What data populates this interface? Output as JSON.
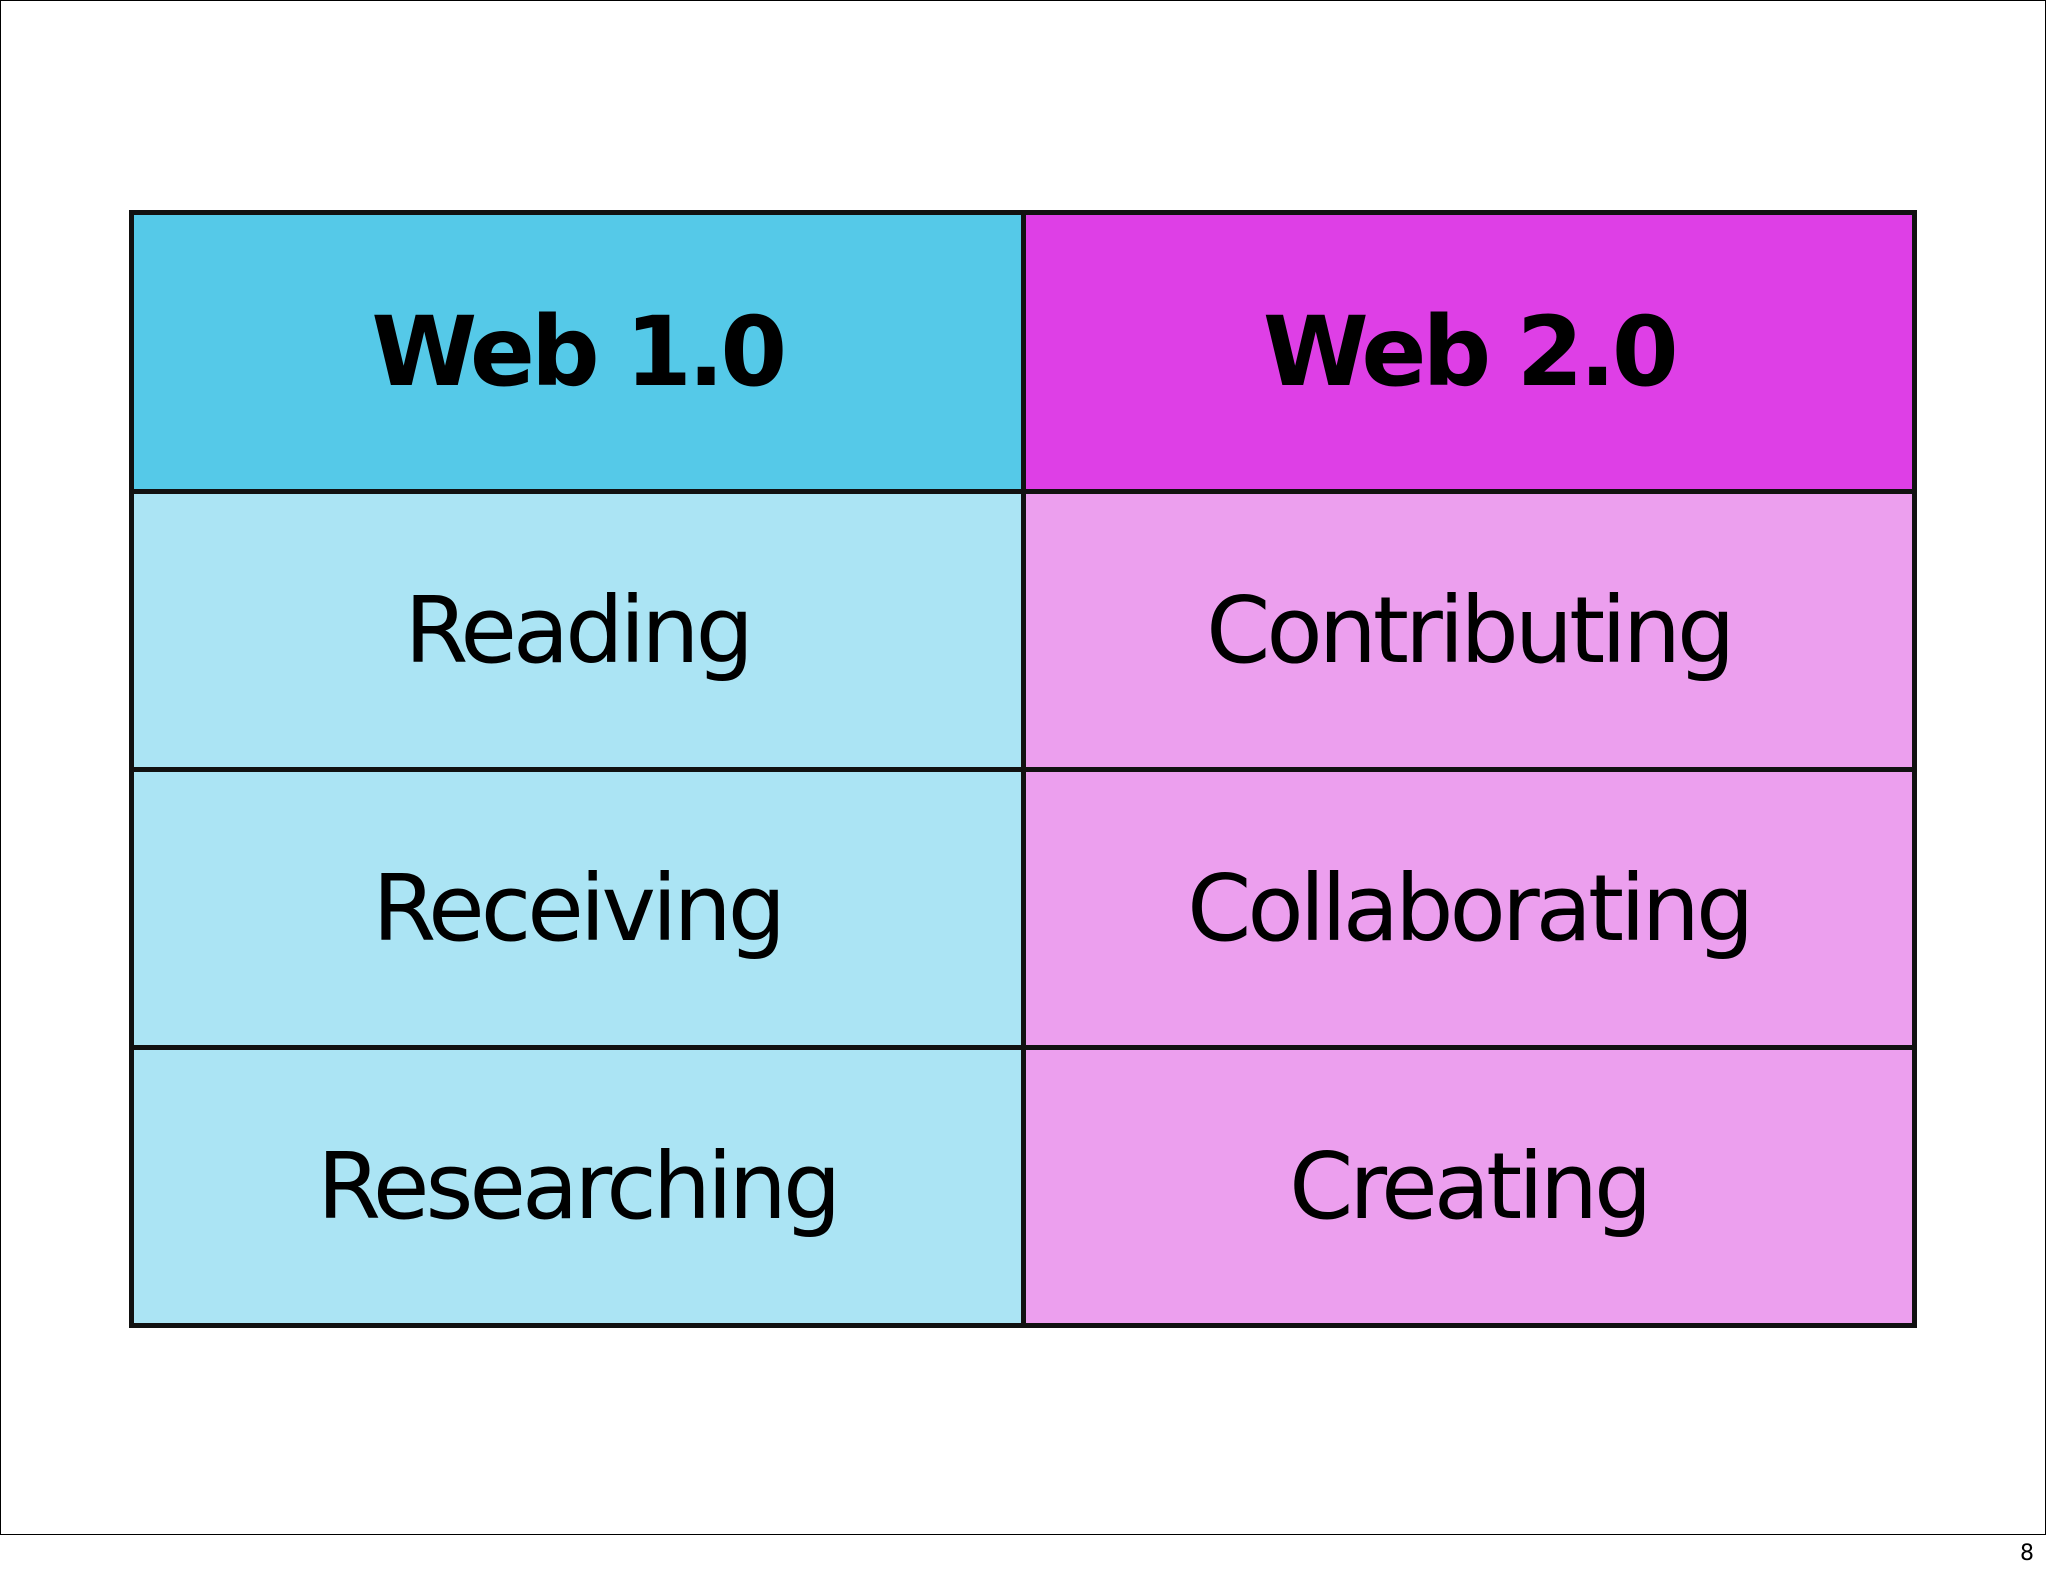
{
  "table": {
    "columns": [
      {
        "header": "Web 1.0",
        "header_color": "#55c9e8",
        "cell_color": "#abe4f4",
        "items": [
          "Reading",
          "Receiving",
          "Researching"
        ]
      },
      {
        "header": "Web 2.0",
        "header_color": "#de3fe6",
        "cell_color": "#ec9fee",
        "items": [
          "Contributing",
          "Collaborating",
          "Creating"
        ]
      }
    ]
  },
  "footer": {
    "page_number": "8"
  }
}
